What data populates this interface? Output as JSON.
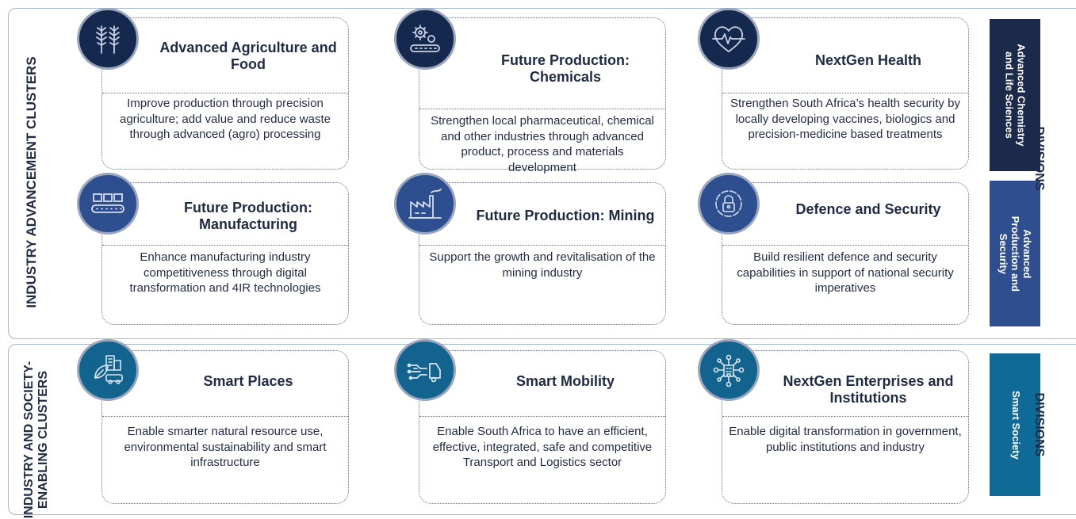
{
  "sections": {
    "industry_advancement": "INDUSTRY ADVANCEMENT CLUSTERS",
    "society_enabling": "INDUSTRY AND SOCIETY-ENABLING CLUSTERS"
  },
  "divisions_label": "DIVISIONS",
  "divisions": [
    {
      "name": "Advanced Chemistry and Life Sciences",
      "line1": "Advanced Chemistry",
      "line2": "and Life Sciences",
      "color": "#1b2a4a"
    },
    {
      "name": "Advanced Production and Security",
      "line1": "Advanced",
      "line2": "Production and",
      "line3": "Security",
      "color": "#2f4e8f"
    },
    {
      "name": "Smart Society",
      "line1": "Smart Society",
      "color": "#0f6a96"
    }
  ],
  "clusters": [
    {
      "title": "Advanced Agriculture and Food",
      "icon": "wheat-icon",
      "description": "Improve production through precision agriculture; add value and reduce waste through advanced (agro) processing"
    },
    {
      "title": "Future Production: Chemicals",
      "icon": "gears-conveyor-icon",
      "description": "Strengthen local pharmaceutical, chemical and other industries through advanced product, process and materials development"
    },
    {
      "title": "NextGen Health",
      "icon": "heartbeat-icon",
      "description": "Strengthen South Africa’s health security by locally developing vaccines, biologics and precision-medicine based treatments"
    },
    {
      "title": "Future Production: Manufacturing",
      "icon": "conveyor-belt-icon",
      "description": "Enhance manufacturing industry competitiveness through digital transformation and 4IR technologies"
    },
    {
      "title": "Future Production: Mining",
      "icon": "factory-icon",
      "description": "Support the growth and revitalisation of the mining industry"
    },
    {
      "title": "Defence and Security",
      "icon": "padlock-icon",
      "description": "Build resilient defence and security capabilities in support of national security imperatives"
    },
    {
      "title": "Smart Places",
      "icon": "smart-city-icon",
      "description": "Enable smarter natural resource use, environmental sustainability and smart infrastructure"
    },
    {
      "title": "Smart Mobility",
      "icon": "smart-truck-icon",
      "description": "Enable South Africa to have an efficient, effective, integrated, safe and competitive Transport and Logistics sector"
    },
    {
      "title": "NextGen Enterprises and Institutions",
      "icon": "network-building-icon",
      "description": "Enable digital transformation in government, public institutions and industry"
    }
  ]
}
